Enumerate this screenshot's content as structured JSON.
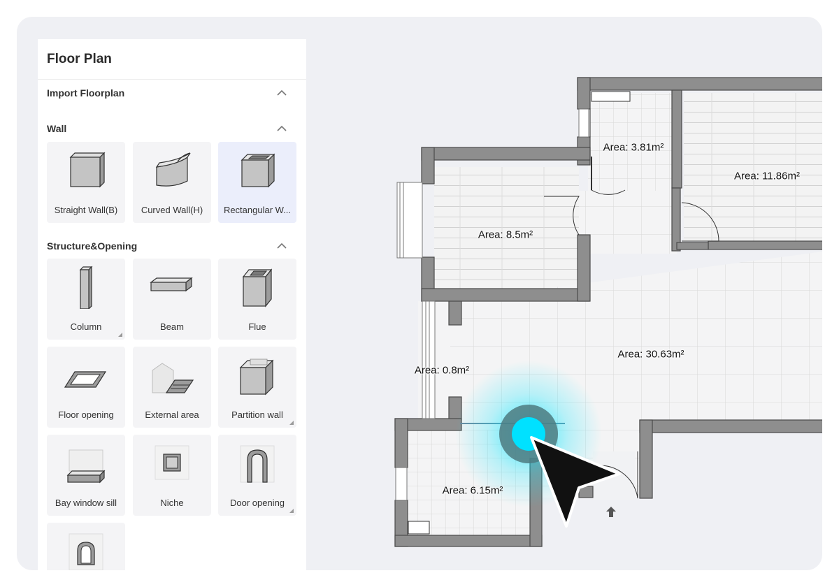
{
  "panel": {
    "title": "Floor Plan",
    "sections": {
      "import": "Import Floorplan",
      "wall": "Wall",
      "structure": "Structure&Opening"
    },
    "wall_tools": [
      "Straight Wall(B)",
      "Curved Wall(H)",
      "Rectangular W..."
    ],
    "structure_tools": [
      "Column",
      "Beam",
      "Flue",
      "Floor opening",
      "External area",
      "Partition wall",
      "Bay window sill",
      "Niche",
      "Door opening"
    ]
  },
  "floorplan": {
    "areas": [
      "Area: 3.81m²",
      "Area: 11.86m²",
      "Area: 8.5m²",
      "Area: 30.63m²",
      "Area: 0.8m²",
      "Area: 6.15m²"
    ]
  },
  "colors": {
    "wall": "#8a8a8a",
    "floor": "#f1f2f4",
    "cursor_glow": "#00e5ff",
    "selected_tile": "#ebeefb"
  },
  "icons": [
    "chevron-up-icon",
    "straight-wall-icon",
    "curved-wall-icon",
    "rectangular-wall-icon",
    "column-icon",
    "beam-icon",
    "flue-icon",
    "floor-opening-icon",
    "external-area-icon",
    "partition-wall-icon",
    "bay-window-sill-icon",
    "niche-icon",
    "door-opening-icon",
    "arch-window-icon",
    "pointer-cursor-icon",
    "entrance-arrow-icon"
  ]
}
